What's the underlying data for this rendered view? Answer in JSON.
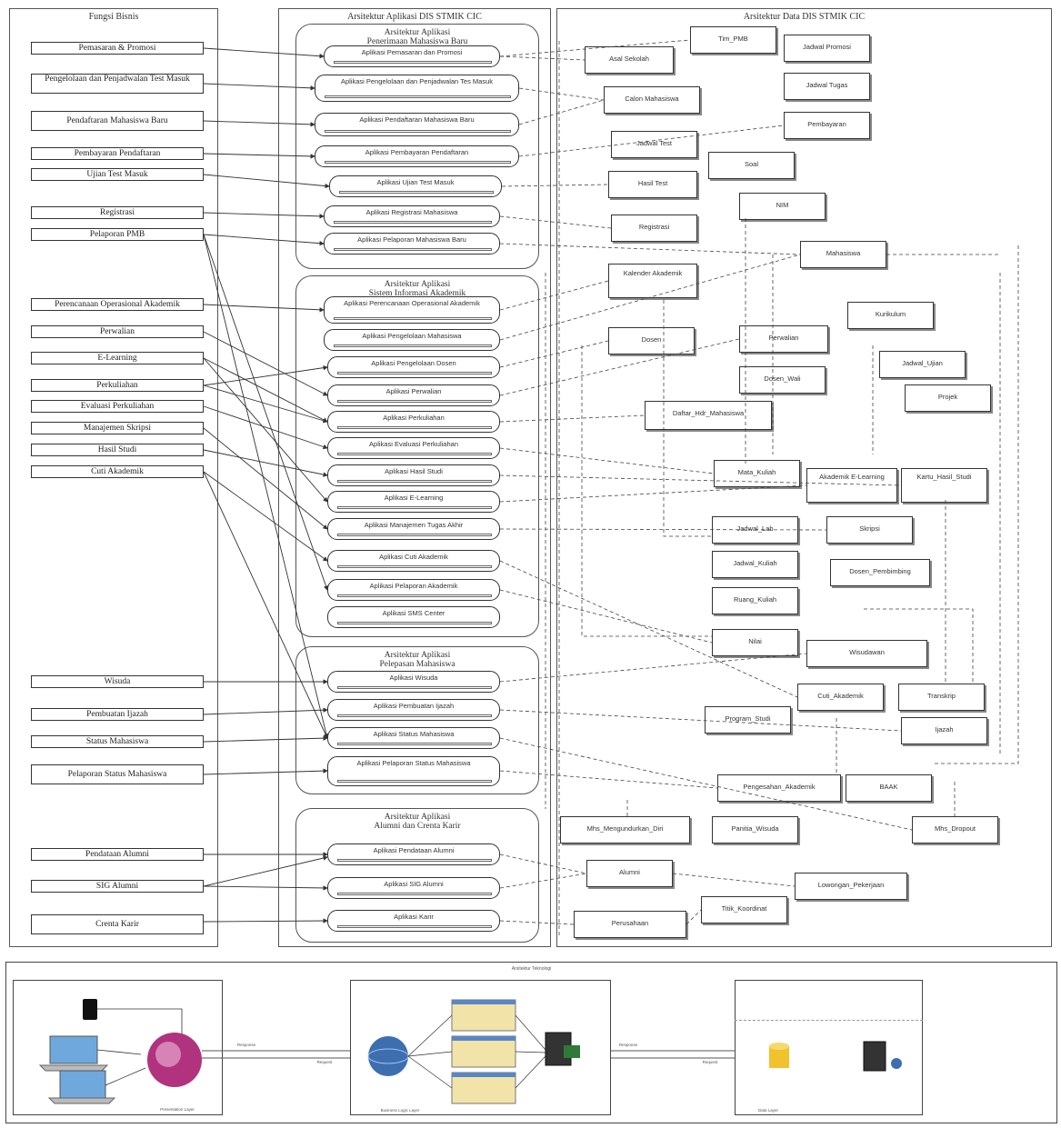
{
  "panels": {
    "business_functions_title": "Fungsi Bisnis",
    "application_arch_title": "Arsitektur Aplikasi DIS STMIK CIC",
    "data_arch_title": "Arsitektur Data DIS STMIK CIC"
  },
  "business_functions": [
    "Pemasaran & Promosi",
    "Pengelolaan dan Penjadwalan Test Masuk",
    "Pendaftaran Mahasiswa Baru",
    "Pembayaran Pendaftaran",
    "Ujian Test Masuk",
    "Registrasi",
    "Pelaporan PMB",
    "Perencanaan Operasional Akademik",
    "Perwalian",
    "E-Learning",
    "Perkuliahan",
    "Evaluasi Perkuliahan",
    "Manajemen Skripsi",
    "Hasil Studi",
    "Cuti Akademik",
    "Wisuda",
    "Pembuatan Ijazah",
    "Status Mahasiswa",
    "Pelaporan Status Mahasiswa",
    "Pendataan Alumni",
    "SIG Alumni",
    "Crenta Karir"
  ],
  "app_groups": [
    {
      "title": "Arsitektur Aplikasi\nPenerimaan Mahasiswa Baru",
      "apps": [
        "Aplikasi Pemasaran dan Promosi",
        "Aplikasi Pengelolaan dan Penjadwalan Tes Masuk",
        "Aplikasi Pendaftaran Mahasiswa Baru",
        "Aplikasi Pembayaran Pendaftaran",
        "Aplikasi Ujian Test Masuk",
        "Aplikasi Registrasi Mahasiswa",
        "Aplikasi Pelaporan Mahasiswa Baru"
      ]
    },
    {
      "title": "Arsitektur Aplikasi\nSistem Informasi Akademik",
      "apps": [
        "Aplikasi Perencanaan Operasional Akademik",
        "Aplikasi Pengelolaan Mahasiswa",
        "Aplikasi Pengelolaan Dosen",
        "Aplikasi Perwalian",
        "Aplikasi Perkuliahan",
        "Aplikasi Evaluasi Perkuliahan",
        "Aplikasi Hasil Studi",
        "Aplikasi E-Learning",
        "Aplikasi Manajemen Tugas Akhir",
        "Aplikasi Cuti Akademik",
        "Aplikasi Pelaporan Akademik",
        "Aplikasi SMS Center"
      ]
    },
    {
      "title": "Arsitektur Aplikasi\nPelepasan Mahasiswa",
      "apps": [
        "Aplikasi Wisuda",
        "Aplikasi Pembuatan Ijazah",
        "Aplikasi Status Mahasiswa",
        "Aplikasi Pelaporan Status Mahasiswa"
      ]
    },
    {
      "title": "Arsitektur Aplikasi\nAlumni dan Crenta Karir",
      "apps": [
        "Aplikasi Pendataan Alumni",
        "Aplikasi SIG Alumni",
        "Aplikasi Karir"
      ]
    }
  ],
  "entities": [
    "Tim_PMB",
    "Asal Sekolah",
    "Jadwal Promosi",
    "Calon Mahasiswa",
    "Jadwal Tugas",
    "Pembayaran",
    "Jadwal Test",
    "Soal",
    "Hasil Test",
    "NIM",
    "Registrasi",
    "Mahasiswa",
    "Kalender Akademik",
    "Kurikulum",
    "Dosen",
    "Perwalian",
    "Dosen_Wali",
    "Jadwal_Ujian",
    "Projek",
    "Daftar_Hdr_Mahasiswa",
    "Mata_Kuliah",
    "Akademik E-Learning",
    "Kartu_Hasil_Studi",
    "Jadwal_Lab",
    "Skripsi",
    "Jadwal_Kuliah",
    "Dosen_Pembimbing",
    "Ruang_Kuliah",
    "Nilai",
    "Wisudawan",
    "Cuti_Akademik",
    "Transkrip",
    "Program_Studi",
    "Ijazah",
    "Pengesahan_Akademik",
    "BAAK",
    "Mhs_Mengundurkan_Diri",
    "Panitia_Wisuda",
    "Mhs_Dropout",
    "Alumni",
    "Lowongan_Pekerjaan",
    "Titik_Koordinat",
    "Perusahaan"
  ],
  "technology": {
    "title": "Arsitektur Teknologi",
    "presentation_layer": "Presentation Layer",
    "business_logic_layer": "Business Logic Layer",
    "data_layer": "Data Layer",
    "browser": "Browser",
    "response_label": "Response",
    "request_label": "Request"
  }
}
